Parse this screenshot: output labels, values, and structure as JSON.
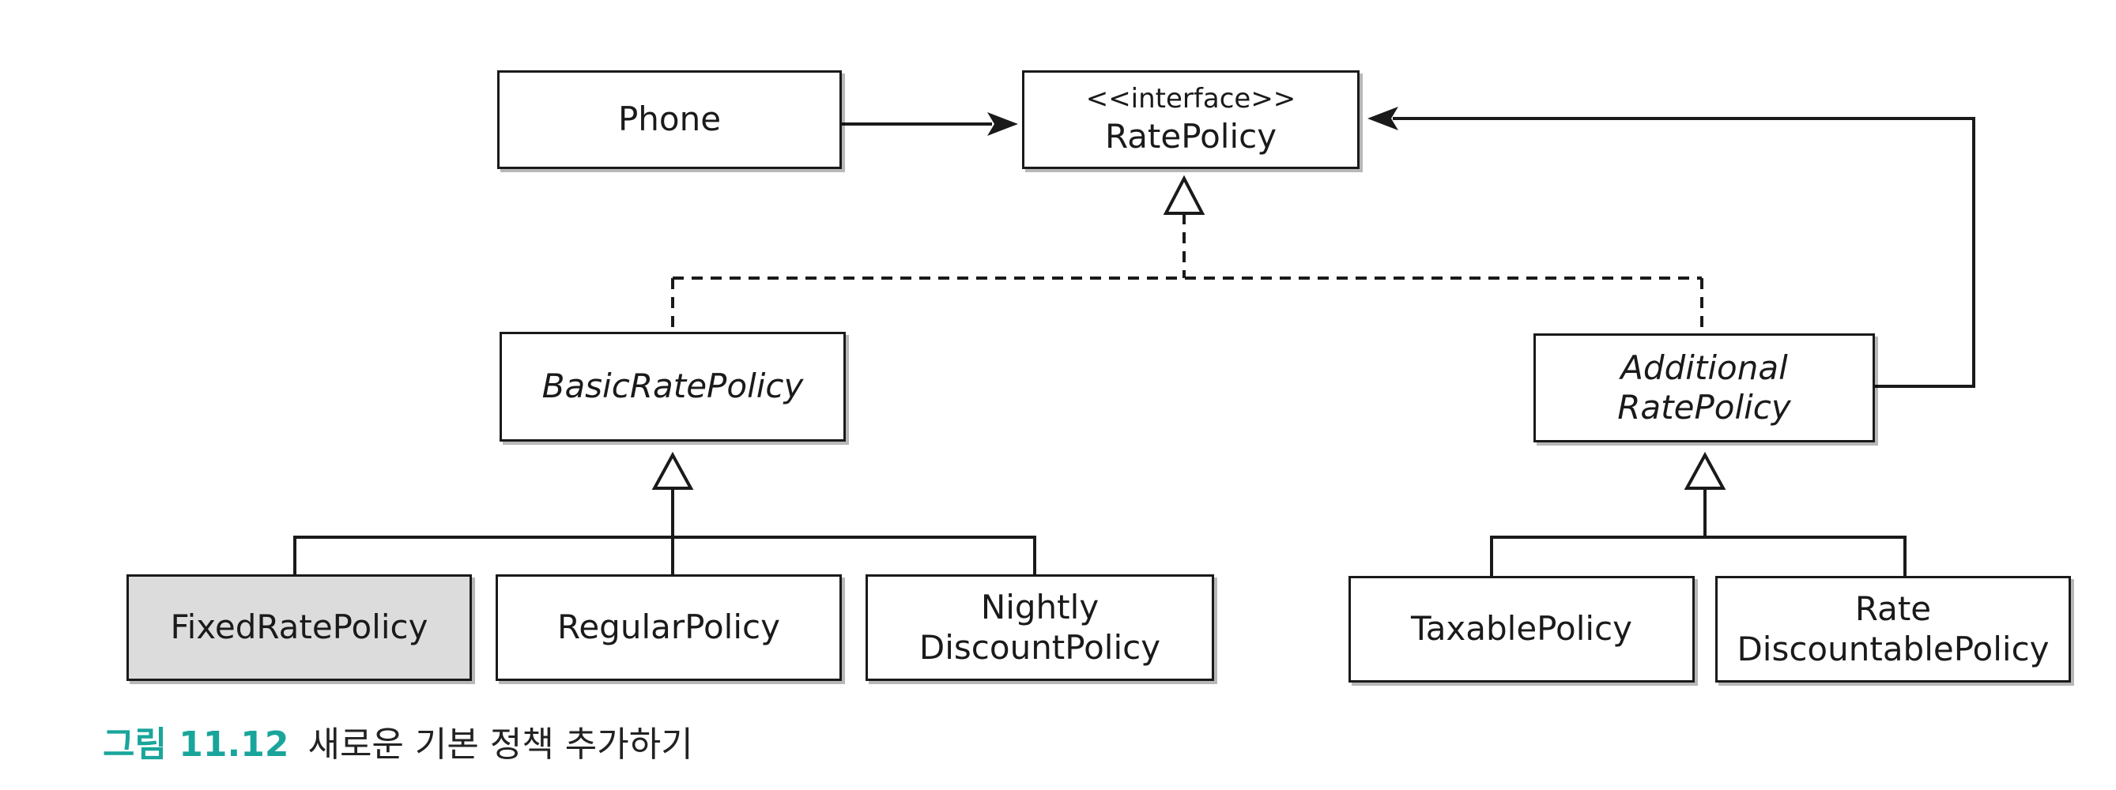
{
  "classes": {
    "phone": {
      "name": "Phone"
    },
    "rate_policy": {
      "stereotype": "<<interface>>",
      "name": "RatePolicy"
    },
    "basic_rate_policy": {
      "name": "BasicRatePolicy"
    },
    "additional_rate_policy": {
      "line1": "Additional",
      "line2": "RatePolicy"
    },
    "fixed_rate_policy": {
      "name": "FixedRatePolicy"
    },
    "regular_policy": {
      "name": "RegularPolicy"
    },
    "nightly_discount_policy": {
      "line1": "Nightly",
      "line2": "DiscountPolicy"
    },
    "taxable_policy": {
      "name": "TaxablePolicy"
    },
    "rate_discountable_policy": {
      "line1": "Rate",
      "line2": "DiscountablePolicy"
    }
  },
  "relationships": [
    {
      "from": "Phone",
      "to": "RatePolicy",
      "type": "association"
    },
    {
      "from": "BasicRatePolicy",
      "to": "RatePolicy",
      "type": "realization"
    },
    {
      "from": "AdditionalRatePolicy",
      "to": "RatePolicy",
      "type": "realization"
    },
    {
      "from": "AdditionalRatePolicy",
      "to": "RatePolicy",
      "type": "association"
    },
    {
      "from": "FixedRatePolicy",
      "to": "BasicRatePolicy",
      "type": "generalization"
    },
    {
      "from": "RegularPolicy",
      "to": "BasicRatePolicy",
      "type": "generalization"
    },
    {
      "from": "NightlyDiscountPolicy",
      "to": "BasicRatePolicy",
      "type": "generalization"
    },
    {
      "from": "TaxablePolicy",
      "to": "AdditionalRatePolicy",
      "type": "generalization"
    },
    {
      "from": "RateDiscountablePolicy",
      "to": "AdditionalRatePolicy",
      "type": "generalization"
    }
  ],
  "highlighted_class": "FixedRatePolicy",
  "colors": {
    "caption_label": "#19a59b",
    "highlight_fill": "#dcdcdc",
    "line": "#1a1a1a"
  },
  "caption": {
    "label": "그림 11.12",
    "text": "새로운 기본 정책 추가하기"
  }
}
